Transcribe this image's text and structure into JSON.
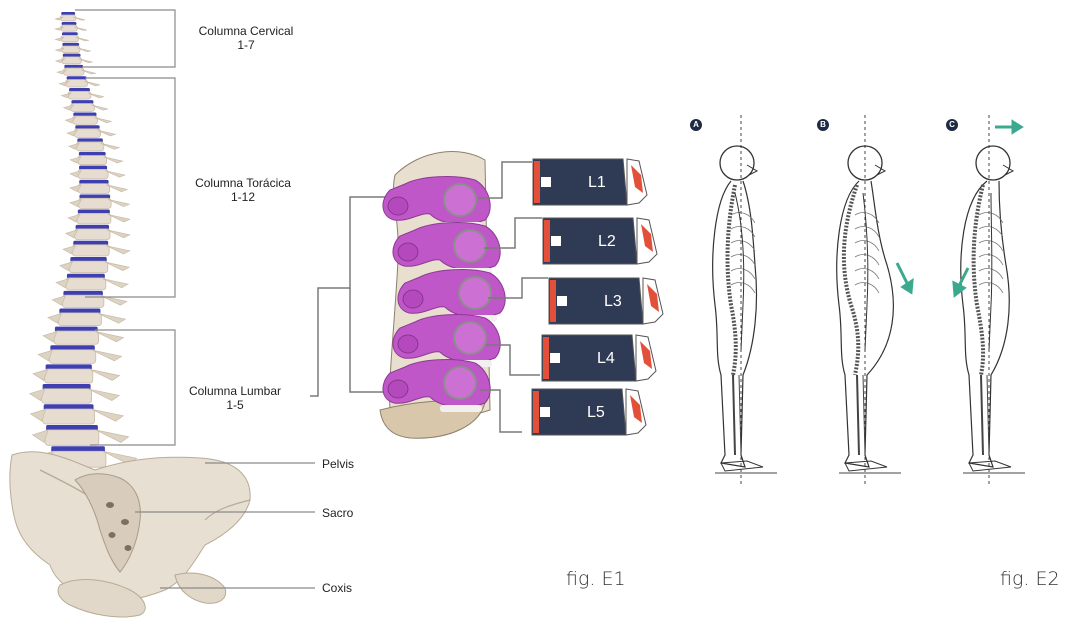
{
  "labels": {
    "cervical_title": "Columna Cervical",
    "cervical_range": "1-7",
    "thoracic_title": "Columna Torácica",
    "thoracic_range": "1-12",
    "lumbar_title": "Columna Lumbar",
    "lumbar_range": "1-5",
    "pelvis": "Pelvis",
    "sacro": "Sacro",
    "coxis": "Coxis"
  },
  "lumbar_vertebrae": [
    "L1",
    "L2",
    "L3",
    "L4",
    "L5"
  ],
  "posture_panels": [
    "A",
    "B",
    "C"
  ],
  "figures": {
    "e1": "fig. E1",
    "e2": "fig. E2"
  },
  "colors": {
    "bone": "#e6ddd0",
    "bone_shade": "#c9bca8",
    "disc": "#3e3fb0",
    "lumbar_magenta": "#c057c8",
    "card_navy": "#2f3b55",
    "card_red": "#e2503a",
    "arrow_teal": "#3aa98d",
    "line_gray": "#6b6b6b"
  }
}
